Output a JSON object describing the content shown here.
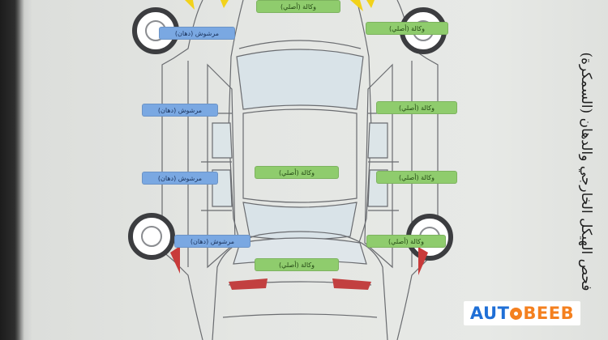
{
  "side_title": "فحص الهيكل الخارجي والدهان (السمكرة)",
  "brand": {
    "part1": "AUT",
    "part2": "BEEB",
    "color_blue": "#1f6fd6",
    "color_orange": "#f4801f"
  },
  "colors": {
    "original": "#8fcc6d",
    "painted": "#7aa8e2"
  },
  "tags": {
    "roof_front": "وكالة (أصلي)",
    "left_front_fender": "مرشوش (دهان)",
    "left_front_door": "مرشوش (دهان)",
    "left_rear_door": "مرشوش (دهان)",
    "left_rear_fender": "مرشوش (دهان)",
    "right_front_fender": "وكالة (أصلي)",
    "right_front_door": "وكالة (أصلي)",
    "right_rear_door": "وكالة (أصلي)",
    "right_rear_fender": "وكالة (أصلي)",
    "roof": "وكالة (أصلي)",
    "trunk": "وكالة (أصلي)"
  }
}
